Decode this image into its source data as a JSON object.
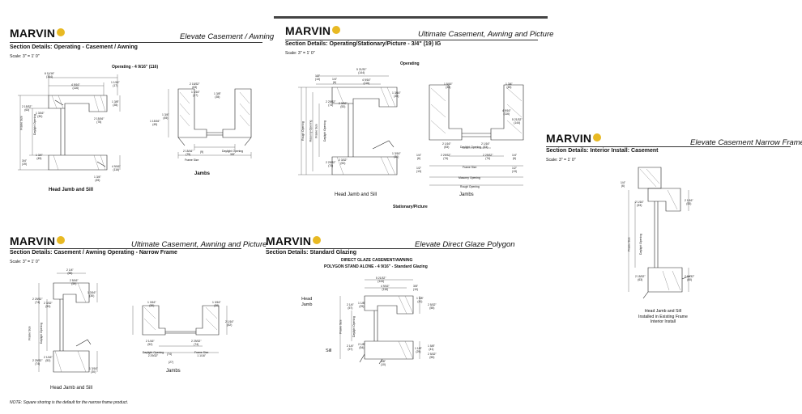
{
  "brand": "MARVIN",
  "panels": [
    {
      "id": "p1",
      "title": "Elevate Casement / Awning",
      "heading": "Section Details: Operating - Casement / Awning",
      "scale": "Scale: 3\" = 1' 0\"",
      "subheading": "Operating - 4 9/16\" (116)",
      "caption_left": "Head Jamb and Sill",
      "caption_right": "Jambs",
      "dims": [
        "6 11/16\"",
        "(144)",
        "4 9/16\"",
        "(116)",
        "1 1/16\"",
        "(17)",
        "2 15/32\"",
        "(63)",
        "1 3/8\"",
        "(35)",
        "2 15/16\"",
        "(75)",
        "1 3/16\"",
        "(30)",
        "1 3/4\"",
        "(45)",
        "3/4\"",
        "(19)",
        "4 9/16\"",
        "(116)",
        "Frame Size",
        "Daylight Opening",
        "1 3/4\"",
        "(45)",
        "2 15/32\"",
        "(63)",
        "1 1/16\"",
        "(17)",
        "1 3/8\"",
        "(35)",
        "1 15/16\"",
        "(49)",
        "1 3/4\"",
        "(45)",
        "2 15/16\"",
        "(75)",
        "Daylight Opening",
        "3/8\"",
        "(9)",
        "Frame Size"
      ]
    },
    {
      "id": "p2",
      "title": "Ultimate Casement, Awning and Picture",
      "heading": "Section Details: Operating/Stationary/Picture - 3/4\" (19) IG",
      "scale": "Scale: 3\" = 1' 0\"",
      "subheading": "Operating",
      "caption_left": "Head Jamb and Sill",
      "caption_right": "Jambs",
      "subheading2": "Stationary/Picture",
      "dims": [
        "1/2\"",
        "(13)",
        "5 21/32\"",
        "(144)",
        "1/4\"",
        "(6)",
        "4 9/16\"",
        "(116)",
        "1 3/16\"",
        "(30)",
        "2 29/32\"",
        "(74)",
        "2 3/32\"",
        "(53)",
        "Rough Opening",
        "Masonry Opening",
        "Frame Size",
        "Daylight Opening",
        "1 3/16\"",
        "(30)",
        "2 3/32\"",
        "(53)",
        "2 29/32\"",
        "(74)",
        "1 5/16\"",
        "(33)",
        "1 3/4\"",
        "(45)",
        "4 9/16\"",
        "(116)",
        "5 21/32\"",
        "(144)",
        "2 1/16\"",
        "(53)",
        "Daylight Opening",
        "2 1/16\"",
        "(53)",
        "1/4\"",
        "(6)",
        "1/2\"",
        "(13)",
        "2 29/32\"",
        "(74)",
        "2 29/32\"",
        "(74)",
        "Frame Size",
        "Masonry Opening",
        "Rough Opening",
        "1/2\"",
        "(13)",
        "1/4\"",
        "(6)"
      ]
    },
    {
      "id": "p3",
      "title": "Elevate Casement Narrow Frame",
      "heading": "Section Details: Interior Install: Casement",
      "scale": "Scale: 3\" = 1' 0\"",
      "caption": [
        "Head Jamb and Sill",
        "Installed in Existing Frame",
        "Interior Install"
      ],
      "dims": [
        "1/4\"",
        "(6)",
        "2 1/16\"",
        "(53)",
        "2 1/16\"",
        "(53)",
        "Frame Size",
        "Daylight Opening",
        "2 15/32\"",
        "(63)",
        "2 11/32\"",
        "(60)"
      ]
    },
    {
      "id": "p4",
      "title": "Ultimate Casement, Awning and Picture",
      "heading": "Section Details: Casement / Awning Operating - Narrow Frame",
      "scale": "Scale: 3\" = 1' 0\"",
      "caption_left": "Head Jamb and Sill",
      "caption_right": "Jambs",
      "note": "NOTE: Square shoring is the default for the narrow frame product.",
      "dims": [
        "2 1/4\"",
        "(55)",
        "2 5/16\"",
        "(59)",
        "1 3/16\"",
        "(30)",
        "2 29/32\"",
        "(74)",
        "2 3/32\"",
        "(53)",
        "Frame Size",
        "Daylight Opening",
        "2 1/16\"",
        "(52)",
        "2 29/32\"",
        "(74)",
        "1 3/16\"",
        "(30)",
        "1 3/16\"",
        "(30)",
        "1 3/16\"",
        "(30)",
        "2 1/16\"",
        "(52)",
        "2 1/16\"",
        "(52)",
        "2 29/32\"",
        "(74)",
        "Daylight Opening",
        "2 29/32\"",
        "(74)",
        "Frame Size",
        "1 1/16\"",
        "(27)"
      ]
    },
    {
      "id": "p5",
      "title": "Elevate Direct Glaze Polygon",
      "heading": "Section Details: Standard Glazing",
      "scale": "",
      "subheading": "DIRECT GLAZE CASEMENT/AWNING",
      "subheading2": "POLYGON STAND ALONE - 4 9/16\" - Standard Glazing",
      "label_head": [
        "Head",
        "Jamb"
      ],
      "label_sill": "Sill",
      "dims": [
        "5 21/32\"",
        "(144)",
        "4 9/16\"",
        "(116)",
        "3/8\"",
        "(10)",
        "1 5/8\"",
        "(41)",
        "2 5/32\"",
        "(55)",
        "1 1/8\"",
        "(29)",
        "2 1/4\"",
        "(57)",
        "Frame Size",
        "Daylight Opening",
        "2 1/8\"",
        "(54)",
        "2 1/4\"",
        "(57)",
        "1 1/8\"",
        "(29)",
        "1 5/8\"",
        "(41)",
        "2 5/32\"",
        "(55)",
        "3/8\"",
        "(10)"
      ]
    }
  ]
}
